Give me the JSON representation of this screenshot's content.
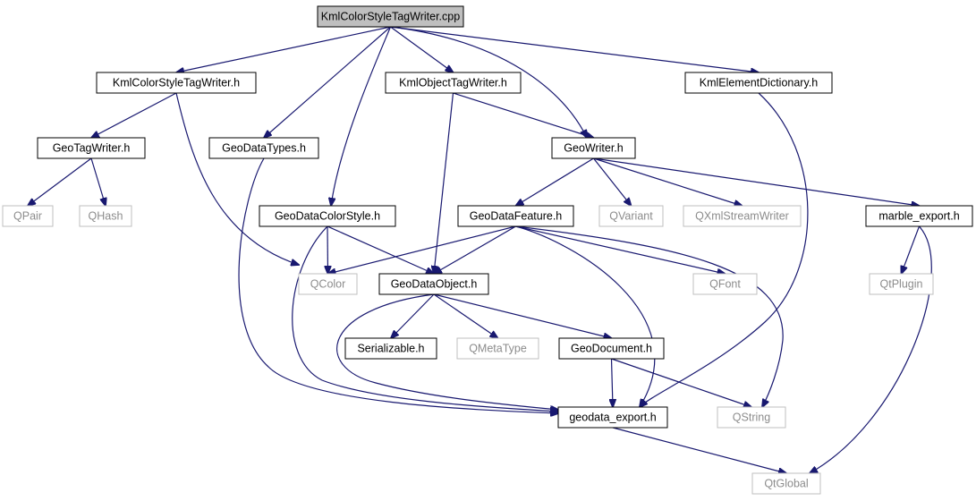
{
  "diagram": {
    "colors": {
      "edge": "#191970",
      "main_fill": "#bfbfbf",
      "local_border": "#000000",
      "external_border": "#bfbfbf",
      "external_text": "#8c8c8c"
    },
    "nodes": [
      {
        "id": "main",
        "label": "KmlColorStyleTagWriter.cpp",
        "kind": "main"
      },
      {
        "id": "kcsw_h",
        "label": "KmlColorStyleTagWriter.h",
        "kind": "local"
      },
      {
        "id": "kotw_h",
        "label": "KmlObjectTagWriter.h",
        "kind": "local"
      },
      {
        "id": "ked_h",
        "label": "KmlElementDictionary.h",
        "kind": "local"
      },
      {
        "id": "gtw_h",
        "label": "GeoTagWriter.h",
        "kind": "local"
      },
      {
        "id": "gdt_h",
        "label": "GeoDataTypes.h",
        "kind": "local"
      },
      {
        "id": "gw_h",
        "label": "GeoWriter.h",
        "kind": "local"
      },
      {
        "id": "qpair",
        "label": "QPair",
        "kind": "external"
      },
      {
        "id": "qhash",
        "label": "QHash",
        "kind": "external"
      },
      {
        "id": "gdcs_h",
        "label": "GeoDataColorStyle.h",
        "kind": "local"
      },
      {
        "id": "gdf_h",
        "label": "GeoDataFeature.h",
        "kind": "local"
      },
      {
        "id": "qvariant",
        "label": "QVariant",
        "kind": "external"
      },
      {
        "id": "qxml",
        "label": "QXmlStreamWriter",
        "kind": "external"
      },
      {
        "id": "me_h",
        "label": "marble_export.h",
        "kind": "local"
      },
      {
        "id": "qcolor",
        "label": "QColor",
        "kind": "external"
      },
      {
        "id": "gdo_h",
        "label": "GeoDataObject.h",
        "kind": "local"
      },
      {
        "id": "qfont",
        "label": "QFont",
        "kind": "external"
      },
      {
        "id": "qtplugin",
        "label": "QtPlugin",
        "kind": "external"
      },
      {
        "id": "ser_h",
        "label": "Serializable.h",
        "kind": "local"
      },
      {
        "id": "qmeta",
        "label": "QMetaType",
        "kind": "external"
      },
      {
        "id": "gdoc_h",
        "label": "GeoDocument.h",
        "kind": "local"
      },
      {
        "id": "gde_h",
        "label": "geodata_export.h",
        "kind": "local"
      },
      {
        "id": "qstring",
        "label": "QString",
        "kind": "external"
      },
      {
        "id": "qtglobal",
        "label": "QtGlobal",
        "kind": "external"
      }
    ],
    "edges": [
      {
        "from": "main",
        "to": "kcsw_h"
      },
      {
        "from": "main",
        "to": "gdt_h"
      },
      {
        "from": "main",
        "to": "gdcs_h"
      },
      {
        "from": "main",
        "to": "kotw_h"
      },
      {
        "from": "main",
        "to": "gw_h"
      },
      {
        "from": "main",
        "to": "ked_h"
      },
      {
        "from": "kcsw_h",
        "to": "gtw_h"
      },
      {
        "from": "kcsw_h",
        "to": "qcolor"
      },
      {
        "from": "gtw_h",
        "to": "qpair"
      },
      {
        "from": "gtw_h",
        "to": "qhash"
      },
      {
        "from": "gdt_h",
        "to": "gde_h"
      },
      {
        "from": "kotw_h",
        "to": "gdo_h"
      },
      {
        "from": "kotw_h",
        "to": "gw_h"
      },
      {
        "from": "ked_h",
        "to": "gde_h"
      },
      {
        "from": "gw_h",
        "to": "gdf_h"
      },
      {
        "from": "gw_h",
        "to": "qvariant"
      },
      {
        "from": "gw_h",
        "to": "qxml"
      },
      {
        "from": "gw_h",
        "to": "me_h"
      },
      {
        "from": "gdcs_h",
        "to": "qcolor"
      },
      {
        "from": "gdcs_h",
        "to": "gdo_h"
      },
      {
        "from": "gdcs_h",
        "to": "gde_h"
      },
      {
        "from": "gdf_h",
        "to": "qcolor"
      },
      {
        "from": "gdf_h",
        "to": "gdo_h"
      },
      {
        "from": "gdf_h",
        "to": "qfont"
      },
      {
        "from": "gdf_h",
        "to": "qstring"
      },
      {
        "from": "gdf_h",
        "to": "gde_h"
      },
      {
        "from": "me_h",
        "to": "qtplugin"
      },
      {
        "from": "me_h",
        "to": "qtglobal"
      },
      {
        "from": "gdo_h",
        "to": "ser_h"
      },
      {
        "from": "gdo_h",
        "to": "qmeta"
      },
      {
        "from": "gdo_h",
        "to": "gdoc_h"
      },
      {
        "from": "gdo_h",
        "to": "gde_h"
      },
      {
        "from": "gdoc_h",
        "to": "gde_h"
      },
      {
        "from": "gdoc_h",
        "to": "qstring"
      },
      {
        "from": "gde_h",
        "to": "qtglobal"
      }
    ]
  }
}
